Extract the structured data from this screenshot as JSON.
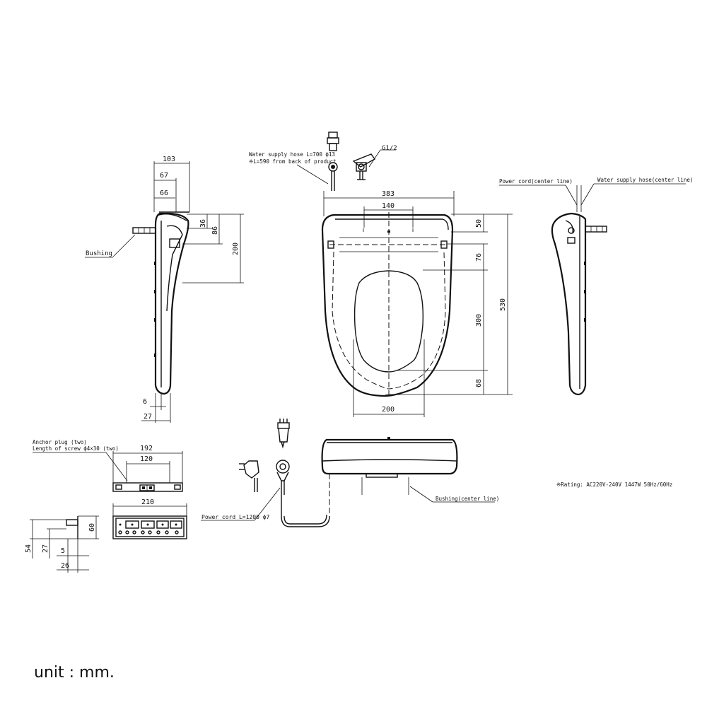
{
  "side_view_left": {
    "dims": {
      "width_103": "103",
      "width_67": "67",
      "width_66": "66",
      "h_36": "36",
      "h_86": "86",
      "h_200": "200",
      "w_6": "6",
      "w_27": "27"
    },
    "label_bushing": "Bushing"
  },
  "top_view": {
    "note_water_hose_line1": "Water supply hose L=700 ϕ13",
    "note_water_hose_line2": "※L=590 from back of product",
    "label_g12": "G1/2",
    "dims": {
      "w_383": "383",
      "w_140": "140",
      "w_200": "200",
      "h_50": "50",
      "h_76": "76",
      "h_300": "300",
      "h_68": "68",
      "h_530": "530"
    }
  },
  "side_view_right": {
    "label_power_cord": "Power cord(center line)",
    "label_water_hose": "Water supply hose(center line)"
  },
  "front_view": {
    "label_bushing_center": "Bushing(center line)",
    "label_power_cord": "Power cord  L=1200 ϕ7",
    "rating": "※Rating: AC220V-240V 1447W 50Hz/60Hz"
  },
  "remote": {
    "label_anchor_line1": "Anchor plug (two)",
    "label_anchor_line2": "Length of screw ϕ4×30 (two)",
    "dims": {
      "w_192": "192",
      "w_120": "120",
      "w_210": "210",
      "h_60": "60",
      "h_54": "54",
      "h_27": "27",
      "w_5": "5",
      "w_26": "26"
    }
  },
  "footer": {
    "unit": "unit : mm."
  }
}
